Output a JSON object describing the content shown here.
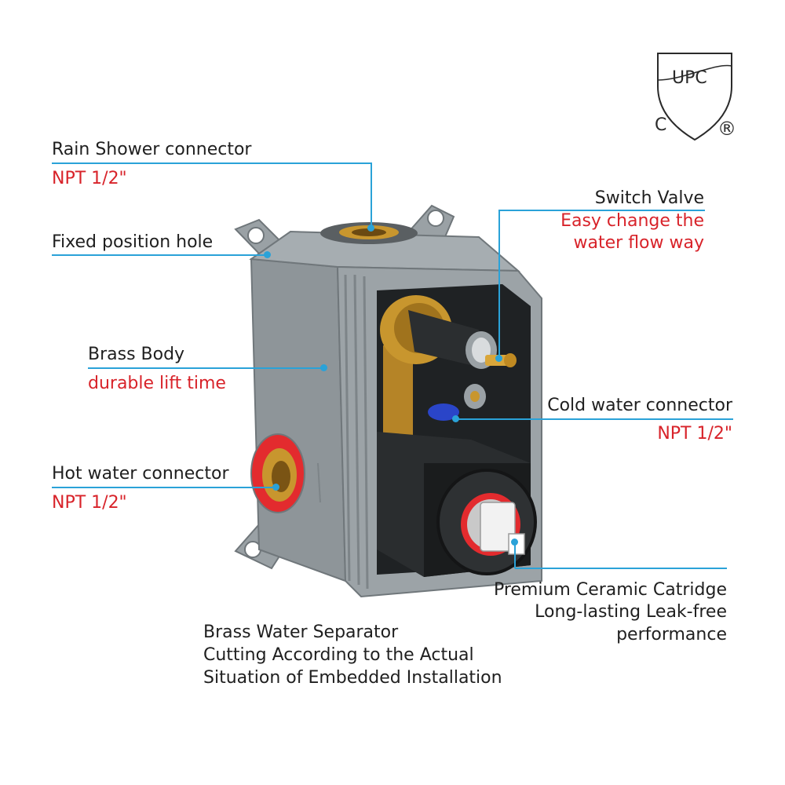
{
  "certification": {
    "mark_letters": "UPC",
    "left_letter": "C",
    "registered_symbol": "®"
  },
  "callouts": {
    "rain_shower": {
      "title": "Rain Shower connector",
      "detail": "NPT 1/2\""
    },
    "fixed_hole": {
      "title": "Fixed  position hole"
    },
    "brass_body": {
      "title": "Brass Body",
      "detail": "durable lift time"
    },
    "hot_water": {
      "title": "Hot water connector",
      "detail": "NPT 1/2\""
    },
    "switch_valve": {
      "title": "Switch Valve",
      "detail_line1": "Easy change the",
      "detail_line2": "water flow way"
    },
    "cold_water": {
      "title": "Cold water connector",
      "detail": "NPT 1/2\""
    },
    "cartridge": {
      "line1": "Premium Ceramic Catridge",
      "line2": "Long-lasting Leak-free",
      "line3": "performance"
    },
    "separator": {
      "line1": "Brass Water Separator",
      "line2": "Cutting According to the Actual",
      "line3": "Situation of Embedded Installation"
    }
  },
  "colors": {
    "label_text": "#1f1f1f",
    "accent_red": "#d8232a",
    "leader_line": "#2aa2d8",
    "housing_gray": "#8e9599",
    "brass": "#c8962e"
  }
}
